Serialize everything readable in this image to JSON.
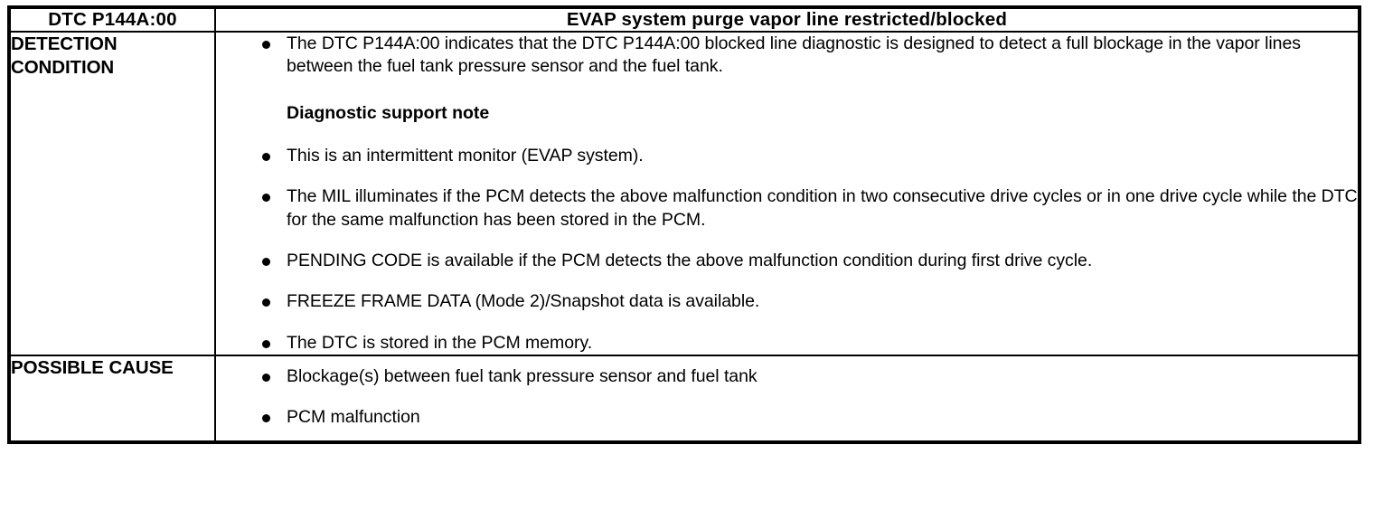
{
  "table": {
    "header": {
      "code_label": "DTC P144A:00",
      "description": "EVAP system purge vapor line restricted/blocked"
    },
    "rows": [
      {
        "label": "DETECTION\nCONDITION",
        "items": [
          {
            "type": "bullet",
            "text": "The DTC P144A:00 indicates that the DTC P144A:00 blocked line diagnostic is designed to detect a full blockage in the vapor lines between the fuel tank pressure sensor and the fuel tank."
          },
          {
            "type": "note",
            "text": "Diagnostic support note"
          },
          {
            "type": "bullet",
            "text": "This is an intermittent monitor (EVAP system)."
          },
          {
            "type": "bullet",
            "text": "The MIL illuminates if the PCM detects the above malfunction condition in two consecutive drive cycles or in one drive cycle while the DTC for the same malfunction has been stored in the PCM."
          },
          {
            "type": "bullet",
            "text": "PENDING CODE is available if the PCM detects the above malfunction condition during first drive cycle."
          },
          {
            "type": "bullet",
            "text": "FREEZE FRAME DATA (Mode 2)/Snapshot data is available."
          },
          {
            "type": "bullet",
            "text": "The DTC is stored in the PCM memory."
          }
        ]
      },
      {
        "label": "POSSIBLE CAUSE",
        "items": [
          {
            "type": "bullet",
            "text": "Blockage(s) between fuel tank pressure sensor and fuel tank"
          },
          {
            "type": "bullet",
            "text": "PCM malfunction"
          }
        ]
      }
    ]
  },
  "colors": {
    "border": "#000000",
    "text": "#000000",
    "background": "#ffffff"
  }
}
